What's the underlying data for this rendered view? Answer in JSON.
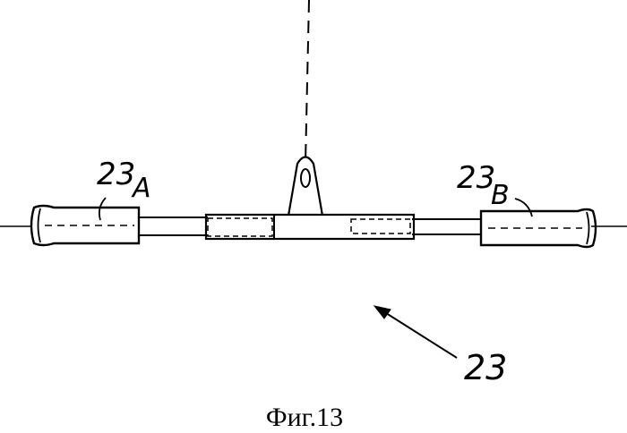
{
  "figure": {
    "caption": "Фиг.13",
    "labels": {
      "left_handle_main": "23",
      "left_handle_sub": "A",
      "right_handle_main": "23",
      "right_handle_sub": "B",
      "assembly": "23"
    }
  }
}
